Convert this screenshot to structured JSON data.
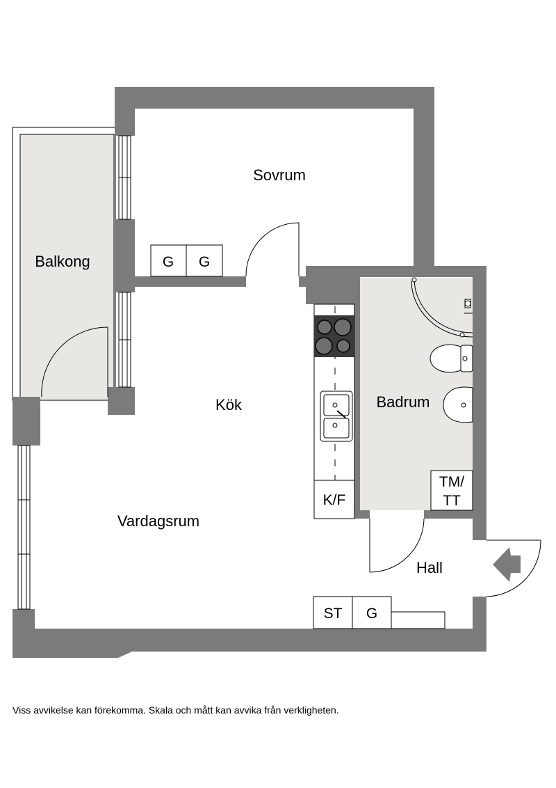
{
  "rooms": {
    "sovrum": "Sovrum",
    "balkong": "Balkong",
    "kok": "Kök",
    "vardagsrum": "Vardagsrum",
    "badrum": "Badrum",
    "hall": "Hall"
  },
  "fixtures": {
    "wardrobe": "G",
    "kitchen_fridge": "K/F",
    "washer_dryer_line1": "TM/",
    "washer_dryer_line2": "TT",
    "storage": "ST"
  },
  "disclaimer": "Viss avvikelse kan förekomma. Skala och mått kan avvika från verkligheten.",
  "colors": {
    "wall": "#7b7b7c",
    "wet_room": "#e9e7e3",
    "balcony": "#e9e7e3",
    "line": "#000000"
  },
  "icons": {
    "entrance": "entrance-arrow-icon"
  }
}
